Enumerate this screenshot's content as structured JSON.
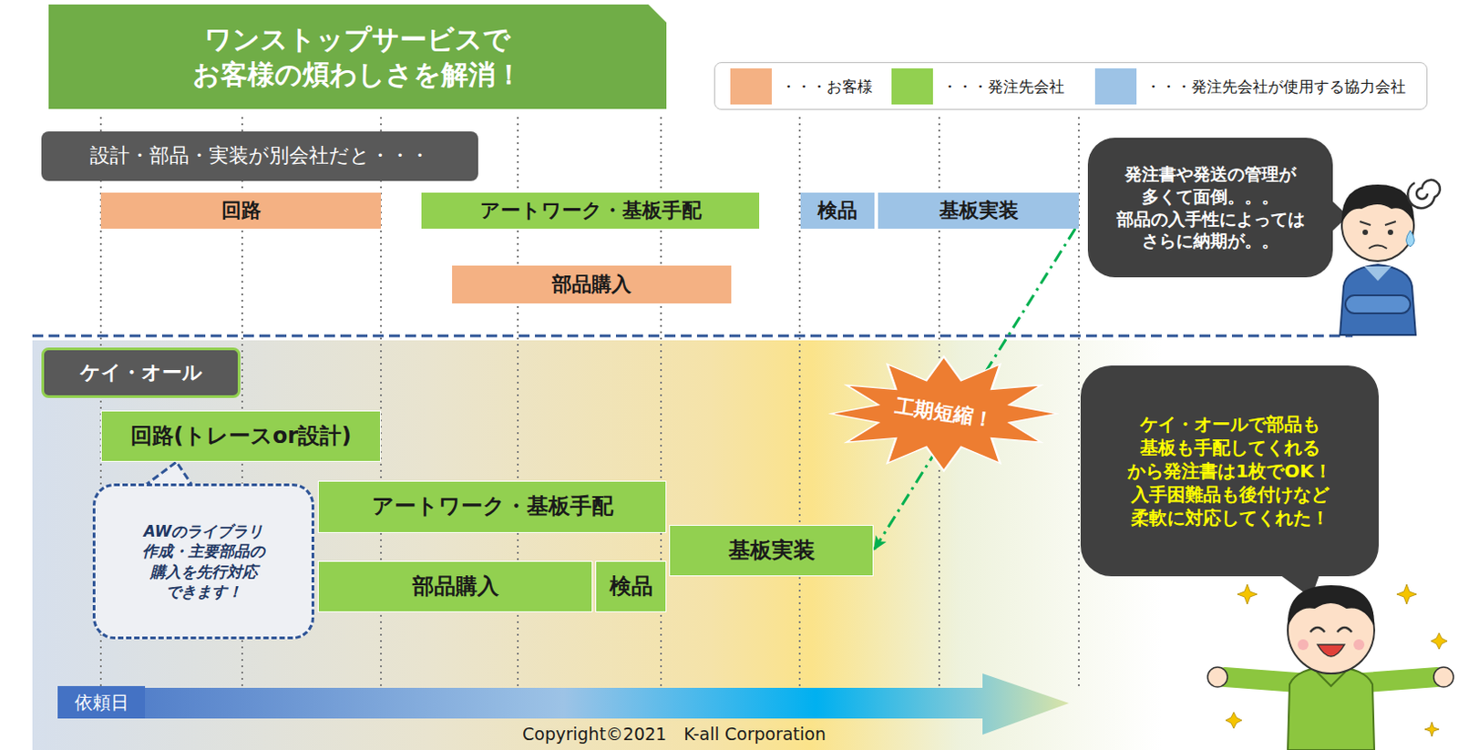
{
  "diagram": {
    "title": "ワンストップサービスで お客様の煩わしさを解消！",
    "nodes": [
      {
        "text": [
          "設計・部品・実装が別会社だと・・・"
        ]
      },
      {
        "text": [
          "回路"
        ]
      },
      {
        "text": [
          "アートワーク・基板手配"
        ]
      },
      {
        "text": [
          "検品"
        ]
      },
      {
        "text": [
          "基板実装"
        ]
      },
      {
        "text": [
          "部品購入"
        ]
      },
      {
        "text": [
          "発注書や発送の管理が 多くて面倒。。。 部品の入手性によっては さらに納期が。。"
        ]
      },
      {
        "text": [
          "ケイ・オール"
        ]
      },
      {
        "text": [
          "回路(トレースor設計)"
        ]
      },
      {
        "text": [
          "AWのライブラリ 作成・主要部品の 購入を先行対応 できます！"
        ]
      },
      {
        "text": [
          "アートワーク・基板手配"
        ]
      },
      {
        "text": [
          "部品購入"
        ]
      },
      {
        "text": [
          "検品"
        ]
      },
      {
        "text": [
          "基板実装"
        ]
      },
      {
        "text": [
          "工期短縮！"
        ]
      },
      {
        "text": [
          "ケイ・オールで部品も 基板も手配してくれる から発注書は1枚でOK！ 入手困難品も後付けなど 柔軟に対応してくれた！"
        ]
      },
      {
        "text": [
          "依頼日"
        ]
      }
    ],
    "edges": [
      {
        "from": 4,
        "to": 13,
        "arrow": "to"
      }
    ],
    "labels": [
      "Copyright©2021　K-all Corporation"
    ],
    "legend": [
      {
        "text": "・・・お客様",
        "color": "#f4b183"
      },
      {
        "text": "・・・発注先会社",
        "color": "#92d050"
      },
      {
        "text": "・・・発注先会社が使用する協力会社",
        "color": "#9dc3e6"
      }
    ]
  }
}
